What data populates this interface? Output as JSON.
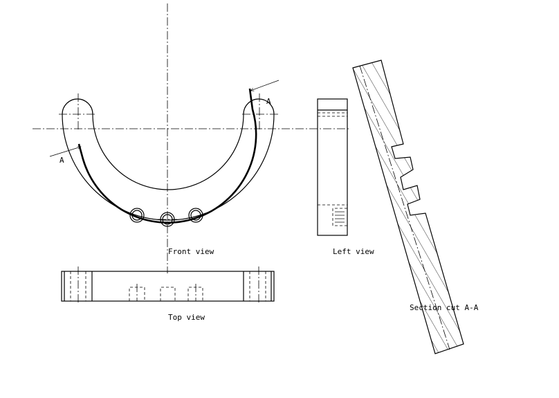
{
  "views": {
    "front_label": "Front view",
    "left_label": "Left view",
    "top_label": "Top view",
    "section_label": "Section cut A-A"
  },
  "section_marks": {
    "left": "A",
    "right": "A"
  }
}
